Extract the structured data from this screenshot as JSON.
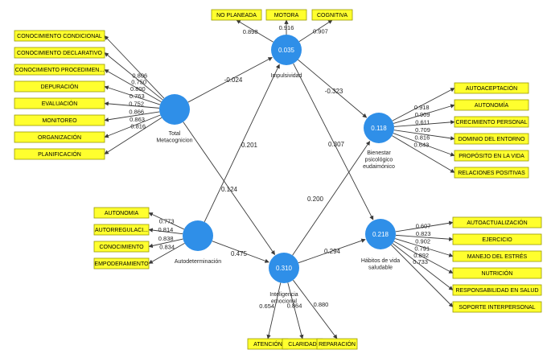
{
  "constructs": {
    "metacog": {
      "r2": "",
      "label": [
        "Total",
        "Metacognicion"
      ]
    },
    "impulsiv": {
      "r2": "0.035",
      "label": [
        "Impulsividad"
      ]
    },
    "bienestar": {
      "r2": "0.118",
      "label": [
        "Bienestar",
        "psicológico",
        "eudaimónico"
      ]
    },
    "autodet": {
      "r2": "",
      "label": [
        "Autodeterminación"
      ]
    },
    "intel": {
      "r2": "0.310",
      "label": [
        "Inteligencia",
        "emocional"
      ]
    },
    "habitos": {
      "r2": "0.218",
      "label": [
        "Hábitos de vida",
        "saludable"
      ]
    }
  },
  "paths": [
    {
      "id": "metacog-impulsiv",
      "coef": "-0.024"
    },
    {
      "id": "metacog-intel",
      "coef": "0.124"
    },
    {
      "id": "autodet-impulsiv",
      "coef": "0.201"
    },
    {
      "id": "autodet-intel",
      "coef": "0.475"
    },
    {
      "id": "impulsiv-bienestar",
      "coef": "-0.323"
    },
    {
      "id": "impulsiv-habitos",
      "coef": "0.307"
    },
    {
      "id": "intel-bienestar",
      "coef": "0.200"
    },
    {
      "id": "intel-habitos",
      "coef": "0.294"
    }
  ],
  "indicators": {
    "metacog": [
      {
        "label": "CONOCIMIENTO CONDICIONAL",
        "loading": "0.806"
      },
      {
        "label": "CONOCIMIENTO DECLARATIVO",
        "loading": "0.750"
      },
      {
        "label": "CONOCIMIENTO PROCEDIMEN...",
        "loading": "0.800"
      },
      {
        "label": "DEPURACIÓN",
        "loading": "0.763"
      },
      {
        "label": "EVALUACIÓN",
        "loading": "0.752"
      },
      {
        "label": "MONITOREO",
        "loading": "0.866"
      },
      {
        "label": "ORGANIZACIÓN",
        "loading": "0.863"
      },
      {
        "label": "PLANIFICACIÓN",
        "loading": "0.816"
      }
    ],
    "impulsiv": [
      {
        "label": "NO  PLANEADA",
        "loading": "0.898"
      },
      {
        "label": "MOTORA",
        "loading": "0.916"
      },
      {
        "label": "COGNITIVA",
        "loading": "0.907"
      }
    ],
    "bienestar": [
      {
        "label": "AUTOACEPTACIÓN",
        "loading": "0.918"
      },
      {
        "label": "AUTONOMÍA",
        "loading": "0.909"
      },
      {
        "label": "CRECIMIENTO PERSONAL",
        "loading": "0.611"
      },
      {
        "label": "DOMINIO DEL ENTORNO",
        "loading": "0.709"
      },
      {
        "label": "PROPÓSITO EN LA VIDA",
        "loading": "0.816"
      },
      {
        "label": "RELACIONES POSITIVAS",
        "loading": "0.643"
      }
    ],
    "autodet": [
      {
        "label": "AUTONOMIA",
        "loading": "0.773"
      },
      {
        "label": "AUTORREGULACI...",
        "loading": "0.814"
      },
      {
        "label": "CONOCIMIENTO",
        "loading": "0.838"
      },
      {
        "label": "EMPODERAMIENTO",
        "loading": "0.834"
      }
    ],
    "intel": [
      {
        "label": "ATENCIÓN",
        "loading": "0.654"
      },
      {
        "label": "CLARIDAD",
        "loading": "0.864"
      },
      {
        "label": "REPARACIÓN",
        "loading": "0.880"
      }
    ],
    "habitos": [
      {
        "label": "AUTOACTUALIZACIÓN",
        "loading": "0.607"
      },
      {
        "label": "EJERCICIO",
        "loading": "0.823"
      },
      {
        "label": "MANEJO DEL ESTRÉS",
        "loading": "0.902"
      },
      {
        "label": "NUTRICIÓN",
        "loading": "0.791"
      },
      {
        "label": "RESPONSABILIDAD EN SALUD",
        "loading": "0.892"
      },
      {
        "label": "SOPORTE INTERPERSONAL",
        "loading": "0.733"
      }
    ]
  }
}
